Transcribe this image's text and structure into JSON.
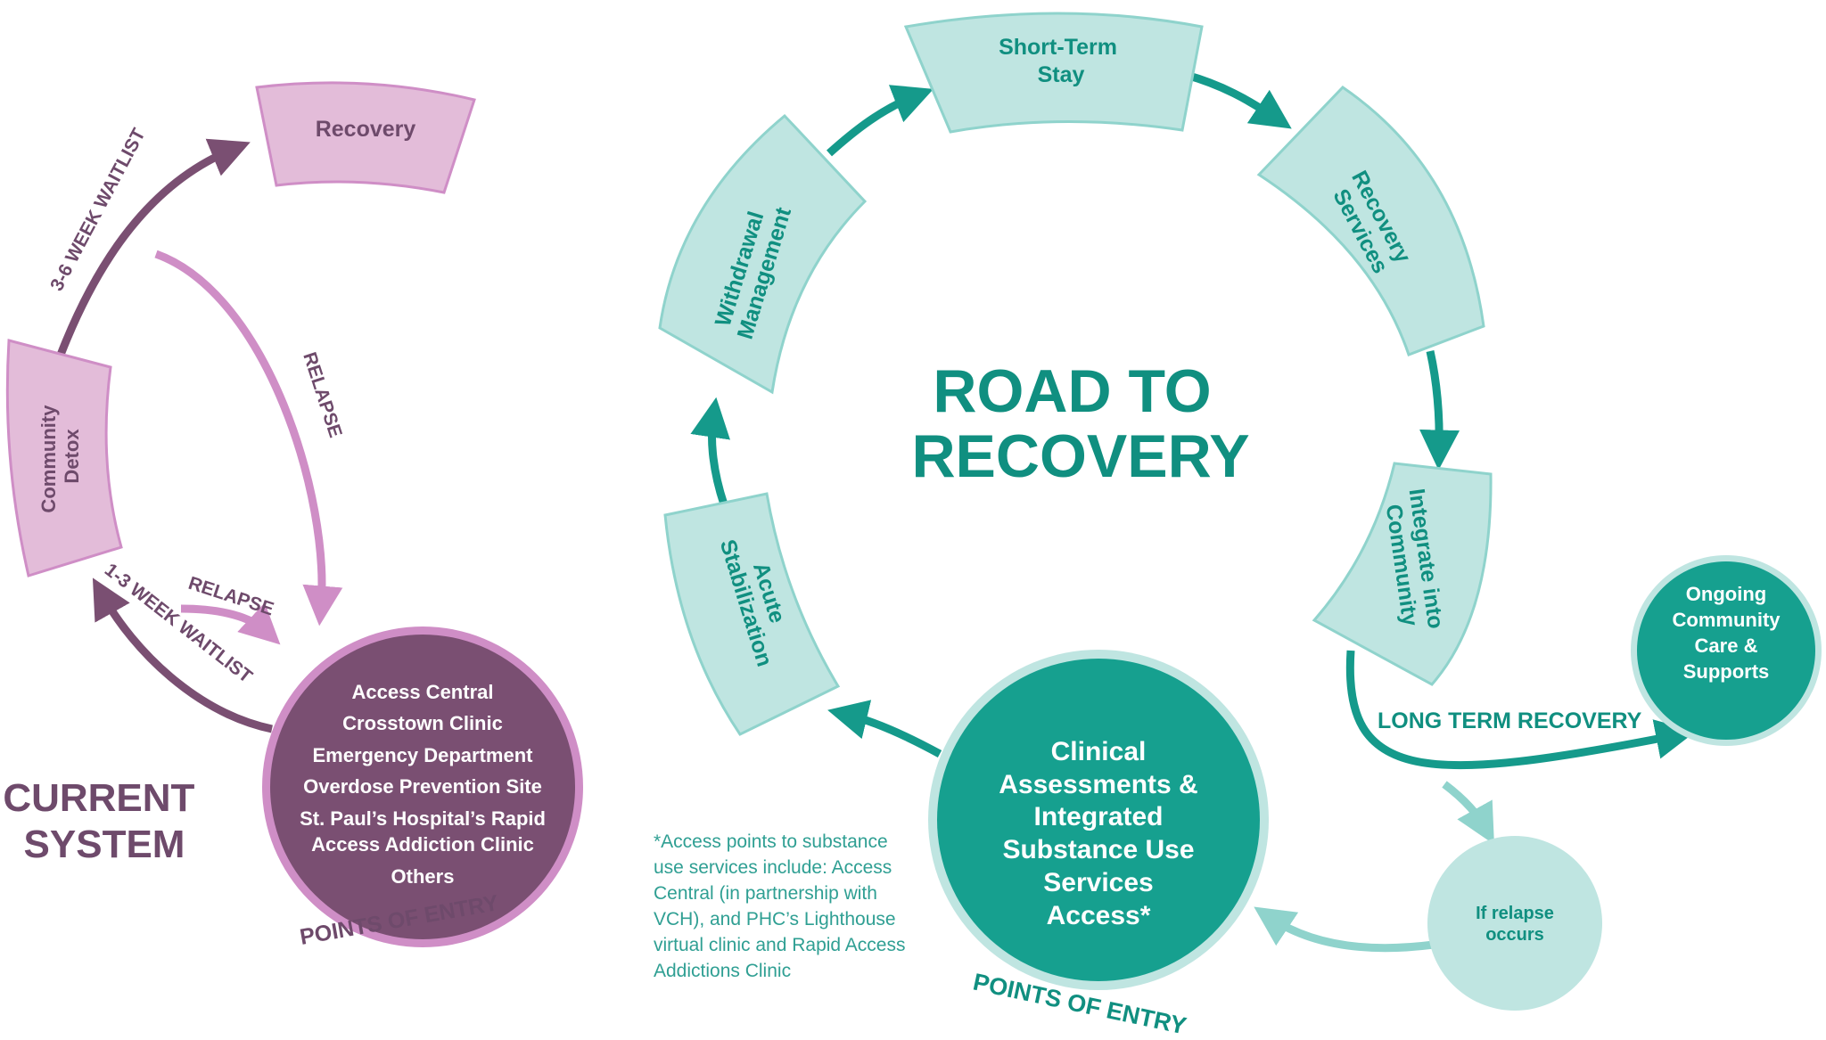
{
  "current_system": {
    "title_lines": [
      "CURRENT",
      "SYSTEM"
    ],
    "recovery_label": "Recovery",
    "community_detox_lines": [
      "Community",
      "Detox"
    ],
    "waitlist_long": "3-6 WEEK WAITLIST",
    "waitlist_short": "1-3 WEEK WAITLIST",
    "relapse_upper": "RELAPSE",
    "relapse_lower": "RELAPSE",
    "entry_points": [
      "Access Central",
      "Crosstown Clinic",
      "Emergency Department",
      "Overdose Prevention Site",
      "St. Paul’s Hospital’s Rapid",
      "Access Addiction Clinic",
      "Others"
    ],
    "points_of_entry": "POINTS OF ENTRY"
  },
  "road_to_recovery": {
    "title_lines": [
      "ROAD TO",
      "RECOVERY"
    ],
    "short_term_lines": [
      "Short-Term",
      "Stay"
    ],
    "recovery_services_lines": [
      "Recovery",
      "Services"
    ],
    "integrate_lines": [
      "Integrate into",
      "Community"
    ],
    "withdrawal_lines": [
      "Withdrawal",
      "Management"
    ],
    "acute_lines": [
      "Acute",
      "Stabilization"
    ],
    "clinical_lines": [
      "Clinical",
      "Assessments &",
      "Integrated",
      "Substance Use",
      "Services",
      "Access*"
    ],
    "points_of_entry": "POINTS OF ENTRY",
    "long_term_recovery": "LONG TERM RECOVERY",
    "ongoing_lines": [
      "Ongoing",
      "Community",
      "Care &",
      "Supports"
    ],
    "relapse_lines": [
      "If relapse",
      "occurs"
    ],
    "footnote_lines": [
      "*Access points to substance",
      "use services include: Access",
      "Central (in partnership with",
      "VCH), and PHC’s Lighthouse",
      "virtual clinic and Rapid Access",
      "Addictions Clinic"
    ]
  },
  "colors": {
    "purple_dark": "#7a4f72",
    "purple_text": "#6e4a6b",
    "pink": "#cf8ec6",
    "pink_fill": "#e3bcd9",
    "teal_dark": "#16a08f",
    "teal_text": "#108f80",
    "teal_light": "#bfe5e1",
    "teal_arrow": "#159a8b",
    "teal_pale_arrow": "#8fd3cc"
  }
}
